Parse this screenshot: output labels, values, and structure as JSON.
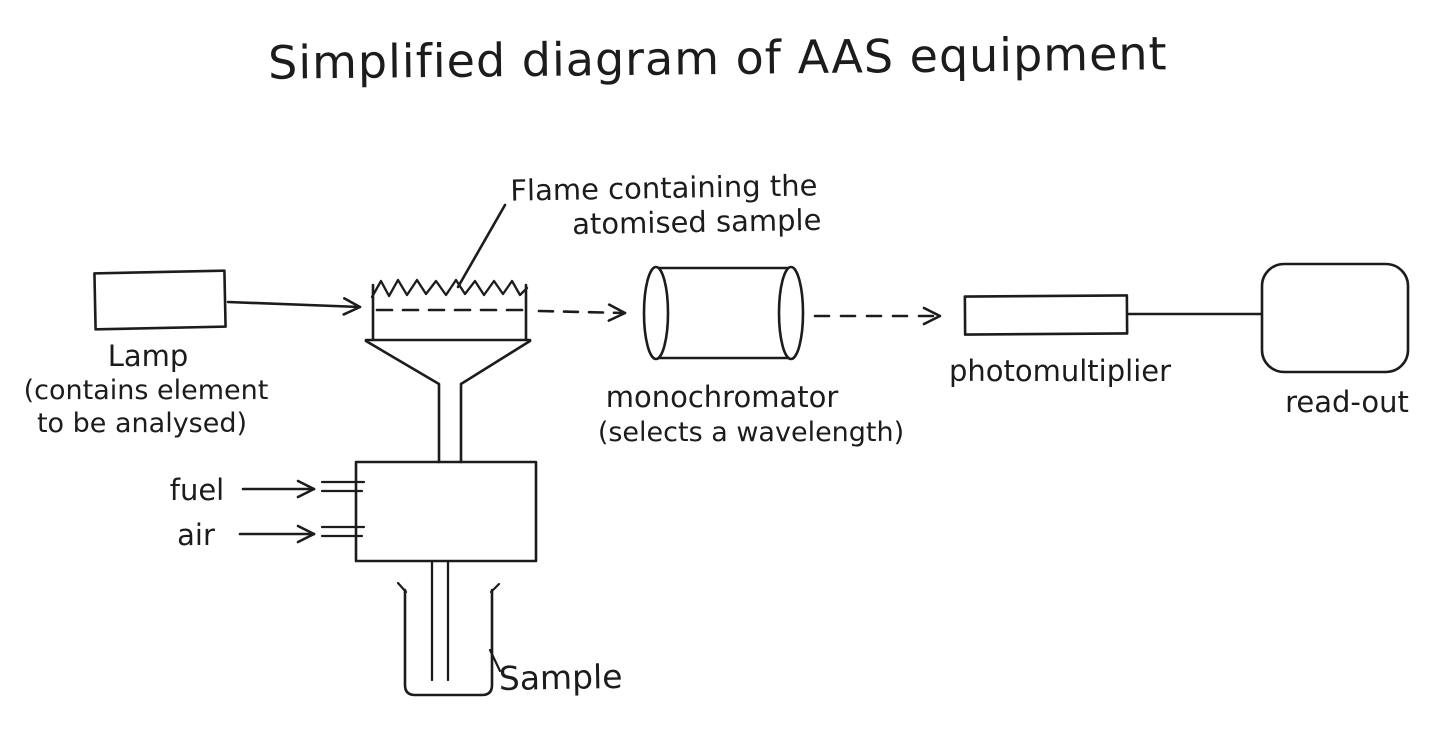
{
  "title": "Simplified diagram of AAS equipment",
  "flame_label": {
    "line1": "Flame containing the",
    "line2": "atomised sample"
  },
  "lamp_label": {
    "line1": "Lamp",
    "line2": "(contains element",
    "line3": "to be analysed)"
  },
  "inputs": {
    "fuel": "fuel",
    "air": "air"
  },
  "sample_label": "Sample",
  "monochromator_label": {
    "line1": "monochromator",
    "line2": "(selects a wavelength)"
  },
  "photomultiplier_label": "photomultiplier",
  "readout_label": "read-out",
  "colors": {
    "ink": "#1c1c1c",
    "background": "#ffffff"
  }
}
